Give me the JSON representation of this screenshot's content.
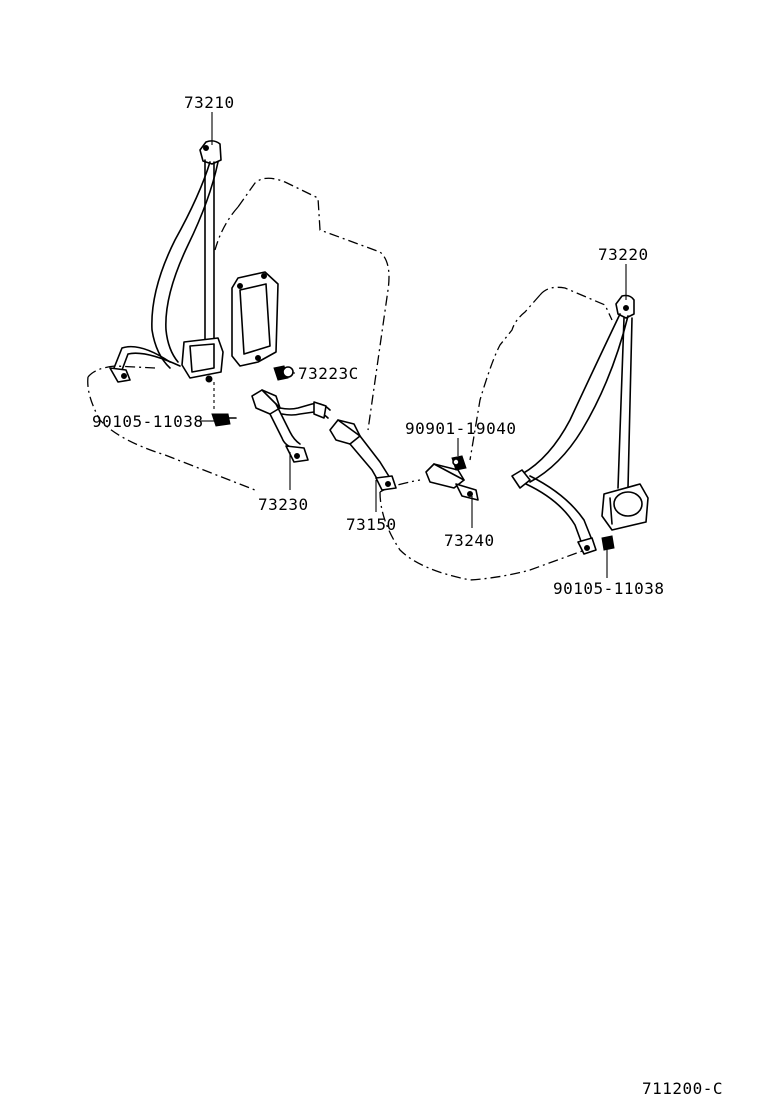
{
  "diagram": {
    "part_labels": {
      "belt_outer_front_left": "73210",
      "belt_outer_front_right": "73220",
      "airbag_sensor_bolt": "73223C",
      "buckle_inner_left": "73230",
      "buckle_inner_center": "73150",
      "buckle_inner_right": "73240",
      "bolt_left": "90105-11038",
      "bolt_right": "90105-11038",
      "bolt_center": "90901-19040"
    },
    "figure_code": "711200-C"
  }
}
